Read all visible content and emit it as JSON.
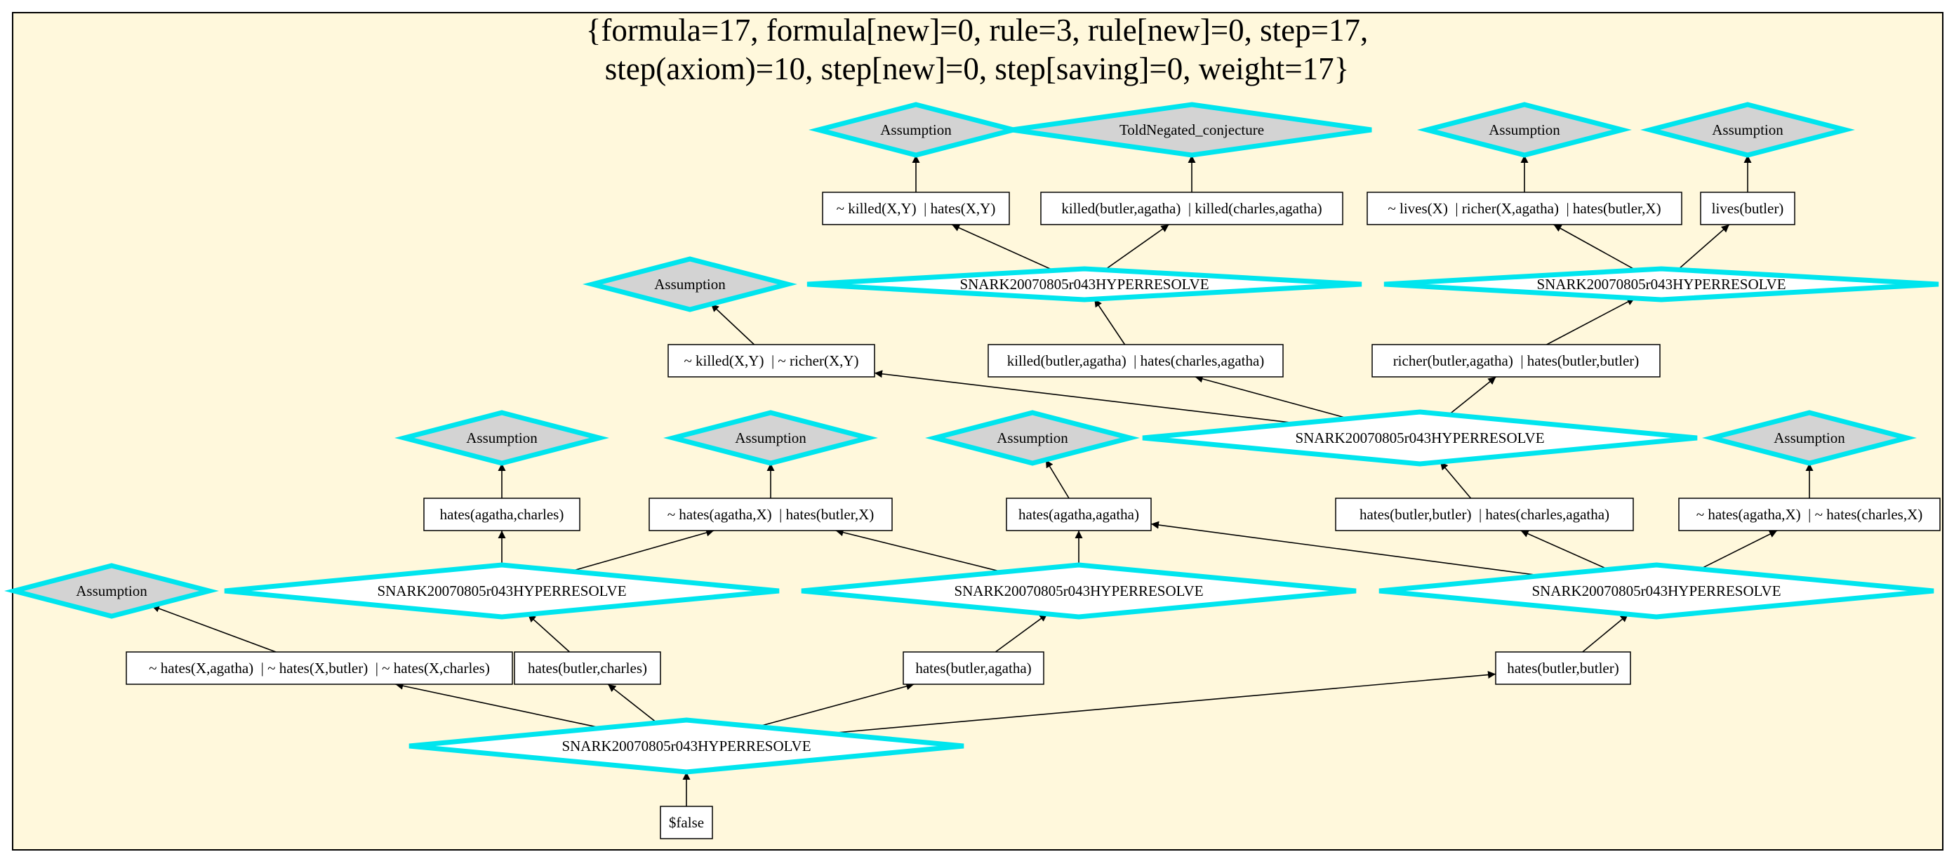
{
  "title": {
    "line1": "{formula=17, formula[new]=0, rule=3, rule[new]=0, step=17,",
    "line2": "step(axiom)=10, step[new]=0, step[saving]=0, weight=17}"
  },
  "colors": {
    "background": "#fff8dc",
    "diamond_stroke": "#00e5ee",
    "diamond_fill_grey": "#d3d3d3"
  },
  "nodes": [
    {
      "id": "a1",
      "shape": "diamond-grey",
      "label": "Assumption"
    },
    {
      "id": "tnc",
      "shape": "diamond-grey",
      "label": "ToldNegated_conjecture"
    },
    {
      "id": "a2",
      "shape": "diamond-grey",
      "label": "Assumption"
    },
    {
      "id": "a3",
      "shape": "diamond-grey",
      "label": "Assumption"
    },
    {
      "id": "c1",
      "shape": "box",
      "label": "~ killed(X,Y)  | hates(X,Y)"
    },
    {
      "id": "c2",
      "shape": "box",
      "label": "killed(butler,agatha)  | killed(charles,agatha)"
    },
    {
      "id": "c3",
      "shape": "box",
      "label": "~ lives(X)  | richer(X,agatha)  | hates(butler,X)"
    },
    {
      "id": "c4",
      "shape": "box",
      "label": "lives(butler)"
    },
    {
      "id": "a4",
      "shape": "diamond-grey",
      "label": "Assumption"
    },
    {
      "id": "h1",
      "shape": "diamond-white",
      "label": "SNARK20070805r043HYPERRESOLVE"
    },
    {
      "id": "h2",
      "shape": "diamond-white",
      "label": "SNARK20070805r043HYPERRESOLVE"
    },
    {
      "id": "c5",
      "shape": "box",
      "label": "~ killed(X,Y)  | ~ richer(X,Y)"
    },
    {
      "id": "c6",
      "shape": "box",
      "label": "killed(butler,agatha)  | hates(charles,agatha)"
    },
    {
      "id": "c7",
      "shape": "box",
      "label": "richer(butler,agatha)  | hates(butler,butler)"
    },
    {
      "id": "a5",
      "shape": "diamond-grey",
      "label": "Assumption"
    },
    {
      "id": "a6",
      "shape": "diamond-grey",
      "label": "Assumption"
    },
    {
      "id": "a7",
      "shape": "diamond-grey",
      "label": "Assumption"
    },
    {
      "id": "h3",
      "shape": "diamond-white",
      "label": "SNARK20070805r043HYPERRESOLVE"
    },
    {
      "id": "a8",
      "shape": "diamond-grey",
      "label": "Assumption"
    },
    {
      "id": "c8",
      "shape": "box",
      "label": "hates(agatha,charles)"
    },
    {
      "id": "c9",
      "shape": "box",
      "label": "~ hates(agatha,X)  | hates(butler,X)"
    },
    {
      "id": "c10",
      "shape": "box",
      "label": "hates(agatha,agatha)"
    },
    {
      "id": "c11",
      "shape": "box",
      "label": "hates(butler,butler)  | hates(charles,agatha)"
    },
    {
      "id": "c12",
      "shape": "box",
      "label": "~ hates(agatha,X)  | ~ hates(charles,X)"
    },
    {
      "id": "a9",
      "shape": "diamond-grey",
      "label": "Assumption"
    },
    {
      "id": "h4",
      "shape": "diamond-white",
      "label": "SNARK20070805r043HYPERRESOLVE"
    },
    {
      "id": "h5",
      "shape": "diamond-white",
      "label": "SNARK20070805r043HYPERRESOLVE"
    },
    {
      "id": "h6",
      "shape": "diamond-white",
      "label": "SNARK20070805r043HYPERRESOLVE"
    },
    {
      "id": "c13",
      "shape": "box",
      "label": "~ hates(X,agatha)  | ~ hates(X,butler)  | ~ hates(X,charles)"
    },
    {
      "id": "c14",
      "shape": "box",
      "label": "hates(butler,charles)"
    },
    {
      "id": "c15",
      "shape": "box",
      "label": "hates(butler,agatha)"
    },
    {
      "id": "c16",
      "shape": "box",
      "label": "hates(butler,butler)"
    },
    {
      "id": "h7",
      "shape": "diamond-white",
      "label": "SNARK20070805r043HYPERRESOLVE"
    },
    {
      "id": "f",
      "shape": "box",
      "label": "$false"
    }
  ],
  "edges": [
    [
      "c1",
      "a1"
    ],
    [
      "c2",
      "tnc"
    ],
    [
      "c3",
      "a2"
    ],
    [
      "c4",
      "a3"
    ],
    [
      "h1",
      "c1"
    ],
    [
      "h1",
      "c2"
    ],
    [
      "h2",
      "c3"
    ],
    [
      "h2",
      "c4"
    ],
    [
      "c5",
      "a4"
    ],
    [
      "c6",
      "h1"
    ],
    [
      "c7",
      "h2"
    ],
    [
      "h3",
      "c5"
    ],
    [
      "h3",
      "c6"
    ],
    [
      "h3",
      "c7"
    ],
    [
      "c8",
      "a5"
    ],
    [
      "c9",
      "a6"
    ],
    [
      "c10",
      "a7"
    ],
    [
      "c11",
      "h3"
    ],
    [
      "c12",
      "a8"
    ],
    [
      "h4",
      "c8"
    ],
    [
      "h4",
      "c9"
    ],
    [
      "h5",
      "c9"
    ],
    [
      "h5",
      "c10"
    ],
    [
      "h6",
      "c10"
    ],
    [
      "h6",
      "c11"
    ],
    [
      "h6",
      "c12"
    ],
    [
      "c13",
      "a9"
    ],
    [
      "c14",
      "h4"
    ],
    [
      "c15",
      "h5"
    ],
    [
      "c16",
      "h6"
    ],
    [
      "h7",
      "c13"
    ],
    [
      "h7",
      "c14"
    ],
    [
      "h7",
      "c15"
    ],
    [
      "h7",
      "c16"
    ],
    [
      "f",
      "h7"
    ]
  ]
}
